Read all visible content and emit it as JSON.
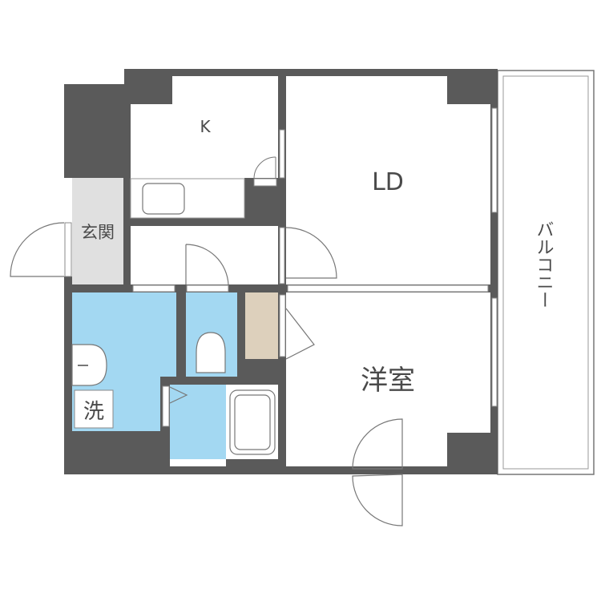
{
  "rooms": {
    "kitchen": "K",
    "living_dining": "LD",
    "entrance": "玄関",
    "western_room": "洋室",
    "balcony": "バルコニー",
    "washer": "洗"
  },
  "colors": {
    "wall": "#5a5a5a",
    "wet_area": "#a3d8f2",
    "storage": "#ddd0bc",
    "entrance_floor": "#e0e0e0",
    "fixture_line": "#6a6a6a"
  }
}
